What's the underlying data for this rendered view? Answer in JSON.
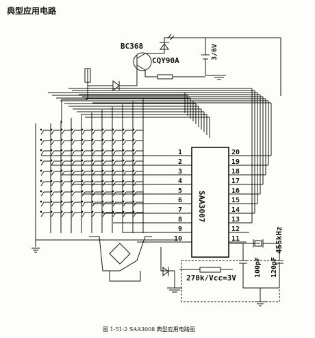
{
  "header": {
    "title": "典型应用电路"
  },
  "components": {
    "transistor": "BC368",
    "led": "CQY90A",
    "battery": "3/6V",
    "crystal": "455kHz",
    "cap1": "100pF",
    "cap2": "120pF",
    "resistor": "270k/Vcc=3V"
  },
  "ic": {
    "name": "SAA3007",
    "left_pins": [
      "1",
      "2",
      "3",
      "4",
      "5",
      "6",
      "7",
      "8",
      "9",
      "10"
    ],
    "right_pins": [
      "20",
      "19",
      "18",
      "17",
      "16",
      "15",
      "14",
      "13",
      "12",
      "11"
    ]
  },
  "caption": "图 1-51-2  SAA3008 典型应用电路图"
}
